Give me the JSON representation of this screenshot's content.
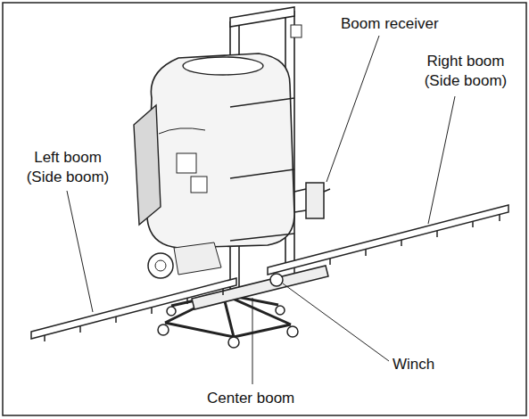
{
  "diagram": {
    "labels": [
      "Boom receiver",
      "Right boom (Side boom)",
      "Left boom (Side boom)",
      "Winch",
      "Center boom"
    ]
  }
}
